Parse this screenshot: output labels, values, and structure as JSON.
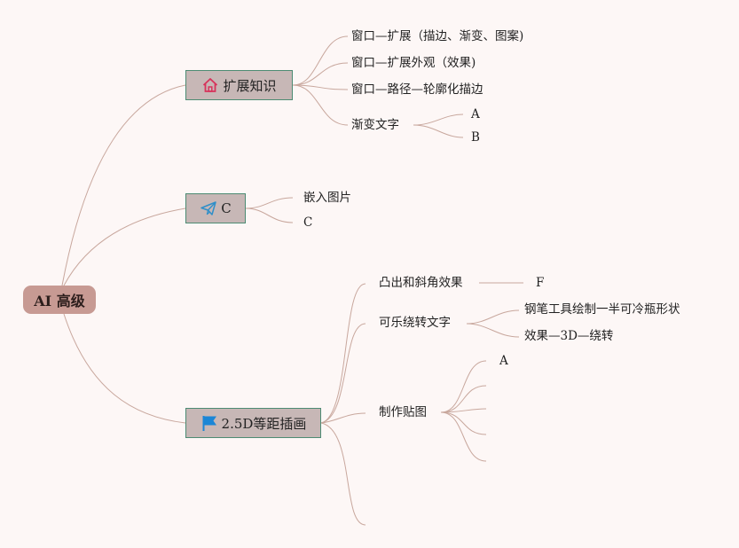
{
  "root": {
    "label": "AI 高级"
  },
  "branches": {
    "b1": {
      "label": "扩展知识",
      "icon": "house-icon",
      "children": [
        "窗口—扩展（描边、渐变、图案)",
        "窗口—扩展外观（效果)",
        "窗口—路径—轮廓化描边",
        "渐变文字"
      ],
      "gradient_children": [
        "A",
        "B"
      ]
    },
    "b2": {
      "label": "C",
      "icon": "paper-plane-icon",
      "children": [
        "嵌入图片",
        "C"
      ]
    },
    "b3": {
      "label": "2.5D等距插画",
      "icon": "flag-icon",
      "children": [
        "凸出和斜角效果",
        "可乐绕转文字",
        "制作贴图"
      ],
      "bevel_children": [
        "F"
      ],
      "cola_children": [
        "钢笔工具绘制一半可冷瓶形状",
        "效果—3D—绕转"
      ],
      "decal_children": [
        "A"
      ]
    }
  },
  "colors": {
    "root_fill": "#c79a93",
    "branch_fill": "#c7b7b6",
    "branch_border": "#4d8b73",
    "connector": "#c8a79d",
    "house_icon": "#d7335b",
    "plane_icon": "#2f8fc9",
    "flag_icon": "#1b86d6"
  }
}
